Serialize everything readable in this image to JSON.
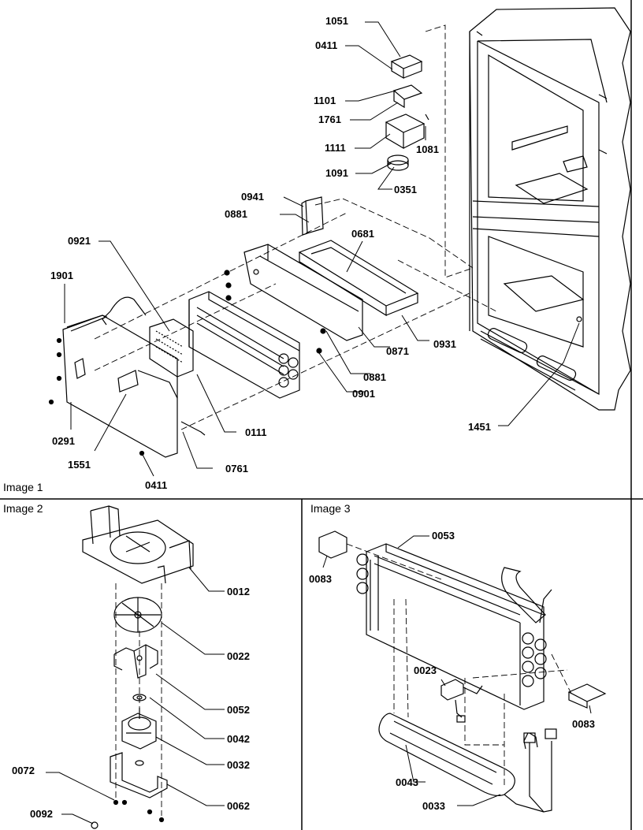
{
  "panels": [
    {
      "title": "Image 1"
    },
    {
      "title": "Image 2"
    },
    {
      "title": "Image 3"
    }
  ],
  "image1_labels": [
    "1051",
    "0411",
    "1101",
    "1761",
    "1111",
    "1081",
    "1091",
    "0351",
    "0941",
    "0881",
    "0681",
    "0921",
    "1901",
    "0871",
    "0931",
    "0881",
    "0901",
    "0111",
    "0291",
    "1551",
    "0761",
    "0411",
    "1451"
  ],
  "image2_labels": [
    "0012",
    "0022",
    "0052",
    "0042",
    "0032",
    "0072",
    "0062",
    "0092"
  ],
  "image3_labels": [
    "0053",
    "0083",
    "0023",
    "0083",
    "0043",
    "0033"
  ]
}
